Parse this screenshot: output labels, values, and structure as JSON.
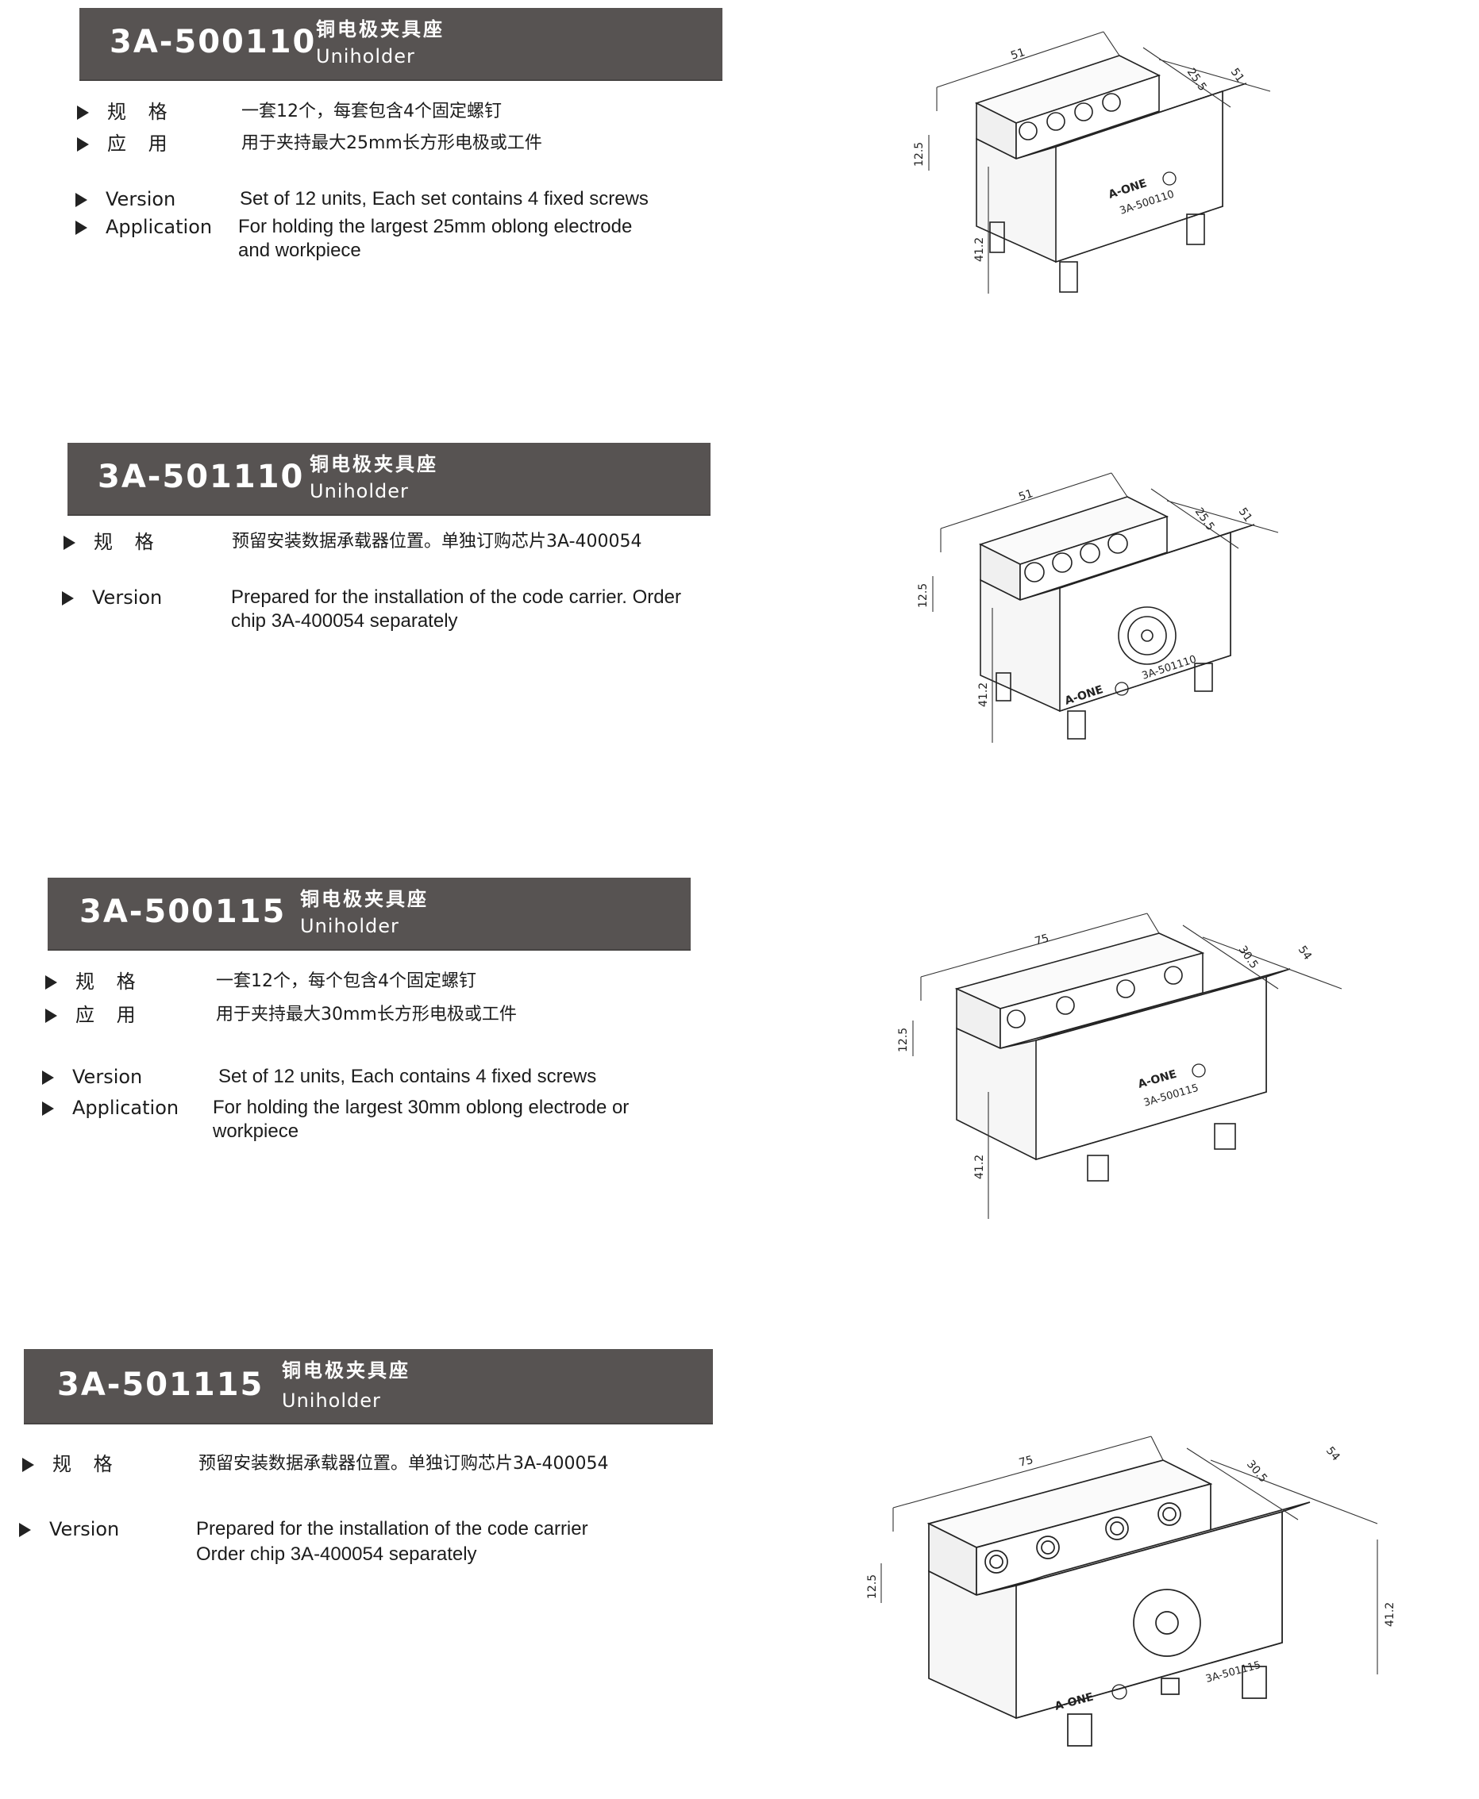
{
  "products": [
    {
      "code": "3A-500110",
      "name_cn": "铜电极夹具座",
      "name_en": "Uniholder",
      "specs": [
        {
          "label": "规 格",
          "value": "一套12个，每套包含4个固定螺钉",
          "lang": "cn"
        },
        {
          "label": "应 用",
          "value": "用于夹持最大25mm长方形电极或工件",
          "lang": "cn"
        },
        {
          "label": "Version",
          "value": "Set of 12 units, Each set contains 4 fixed screws",
          "lang": "en"
        },
        {
          "label": "Application",
          "value": "For holding the largest 25mm oblong electrode",
          "value2": "and workpiece",
          "lang": "en"
        }
      ],
      "drawing": {
        "dims": {
          "width": "51",
          "slot": "25.5",
          "depth": "51",
          "height": "41.2",
          "slot_height": "12.5"
        },
        "marking": "3A-500110",
        "logo": "A-ONE",
        "has_chip_seat": false
      }
    },
    {
      "code": "3A-501110",
      "name_cn": "铜电极夹具座",
      "name_en": "Uniholder",
      "specs": [
        {
          "label": "规 格",
          "value": "预留安装数据承载器位置。单独订购芯片3A-400054",
          "lang": "cn"
        },
        {
          "label": "Version",
          "value": "Prepared for the installation of the code carrier. Order",
          "value2": "chip 3A-400054 separately",
          "lang": "en"
        }
      ],
      "drawing": {
        "dims": {
          "width": "51",
          "slot": "25.5",
          "depth": "51",
          "height": "41.2",
          "slot_height": "12.5"
        },
        "marking": "3A-501110",
        "logo": "A-ONE",
        "has_chip_seat": true
      }
    },
    {
      "code": "3A-500115",
      "name_cn": "铜电极夹具座",
      "name_en": "Uniholder",
      "specs": [
        {
          "label": "规 格",
          "value": "一套12个，每个包含4个固定螺钉",
          "lang": "cn"
        },
        {
          "label": "应 用",
          "value": "用于夹持最大30mm长方形电极或工件",
          "lang": "cn"
        },
        {
          "label": "Version",
          "value": "Set of 12 units, Each contains 4 fixed screws",
          "lang": "en"
        },
        {
          "label": "Application",
          "value": "For holding the largest 30mm oblong electrode or",
          "value2": "workpiece",
          "lang": "en"
        }
      ],
      "drawing": {
        "dims": {
          "width": "75",
          "slot": "30.5",
          "depth": "54",
          "height": "41.2",
          "slot_height": "12.5"
        },
        "marking": "3A-500115",
        "logo": "A-ONE",
        "has_chip_seat": false
      }
    },
    {
      "code": "3A-501115",
      "name_cn": "铜电极夹具座",
      "name_en": "Uniholder",
      "specs": [
        {
          "label": "规 格",
          "value": "预留安装数据承载器位置。单独订购芯片3A-400054",
          "lang": "cn"
        },
        {
          "label": "Version",
          "value": "Prepared for the installation of the code carrier",
          "value2": "Order chip 3A-400054 separately",
          "lang": "en"
        }
      ],
      "drawing": {
        "dims": {
          "width": "75",
          "slot": "30.5",
          "depth": "54",
          "height": "41.2",
          "slot_height": "12.5"
        },
        "marking": "3A-501115",
        "logo": "A-ONE",
        "has_chip_seat": true
      }
    }
  ]
}
